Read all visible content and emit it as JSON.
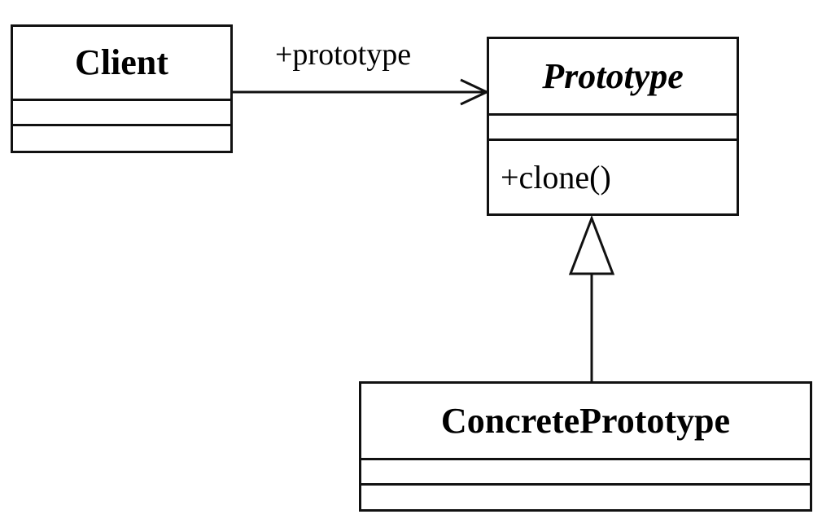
{
  "diagram": {
    "classes": {
      "client": {
        "name": "Client",
        "abstract": false,
        "attributes": [],
        "operations": []
      },
      "prototype": {
        "name": "Prototype",
        "abstract": true,
        "attributes": [],
        "operations": [
          "+clone()"
        ]
      },
      "concrete": {
        "name": "ConcretePrototype",
        "abstract": false,
        "attributes": [],
        "operations": []
      }
    },
    "relations": {
      "association": {
        "from": "Client",
        "to": "Prototype",
        "label": "+prototype",
        "kind": "navigable-association"
      },
      "generalization": {
        "from": "ConcretePrototype",
        "to": "Prototype",
        "kind": "inheritance"
      }
    }
  }
}
